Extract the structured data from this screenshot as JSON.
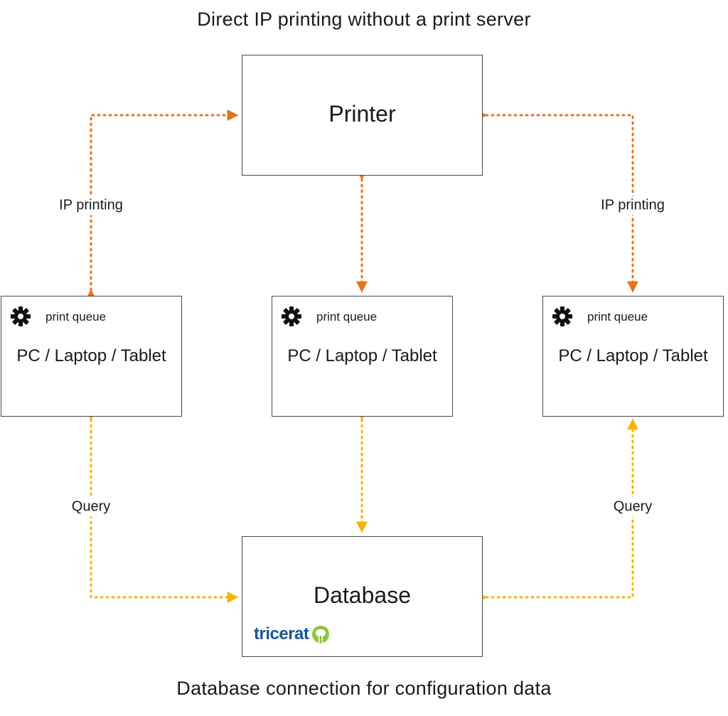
{
  "header": {
    "title": "Direct IP printing without a print server"
  },
  "footer": {
    "caption": "Database connection for configuration data"
  },
  "printer": {
    "label": "Printer"
  },
  "devices": [
    {
      "label": "PC / Laptop / Tablet",
      "queue_label": "print queue",
      "icon": "gear-icon"
    },
    {
      "label": "PC / Laptop / Tablet",
      "queue_label": "print queue",
      "icon": "gear-icon"
    },
    {
      "label": "PC / Laptop / Tablet",
      "queue_label": "print queue",
      "icon": "gear-icon"
    }
  ],
  "database": {
    "label": "Database",
    "logo_text": "tricerat"
  },
  "edges": {
    "ip_left": "IP printing",
    "ip_right": "IP printing",
    "query_left": "Query",
    "query_right": "Query"
  },
  "colors": {
    "ip_arrow": "#e8721c",
    "query_arrow": "#f7b500",
    "logo_blue": "#1c5595",
    "logo_green": "#8cc63f"
  }
}
